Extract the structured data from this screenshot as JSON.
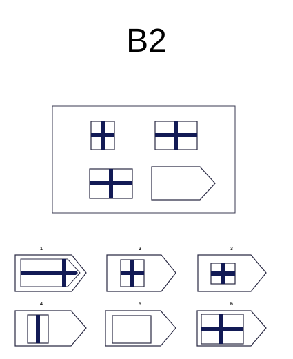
{
  "title": "B2",
  "colors": {
    "outline": "#2a2a44",
    "cross": "#121a55",
    "background": "#ffffff"
  },
  "matrix": {
    "cells": [
      {
        "shape": "rectangle-with-cross"
      },
      {
        "shape": "rectangle-with-cross"
      },
      {
        "shape": "rectangle-with-cross"
      },
      {
        "shape": "pentagon-tag-blank"
      }
    ]
  },
  "options": [
    {
      "number": "1",
      "content": "pentagon-tag-with-long-cross"
    },
    {
      "number": "2",
      "content": "pentagon-tag-with-square-cross"
    },
    {
      "number": "3",
      "content": "pentagon-tag-with-small-square-cross"
    },
    {
      "number": "4",
      "content": "pentagon-tag-with-vertical-bar"
    },
    {
      "number": "5",
      "content": "pentagon-tag-with-empty-square"
    },
    {
      "number": "6",
      "content": "pentagon-tag-with-wide-cross"
    }
  ]
}
